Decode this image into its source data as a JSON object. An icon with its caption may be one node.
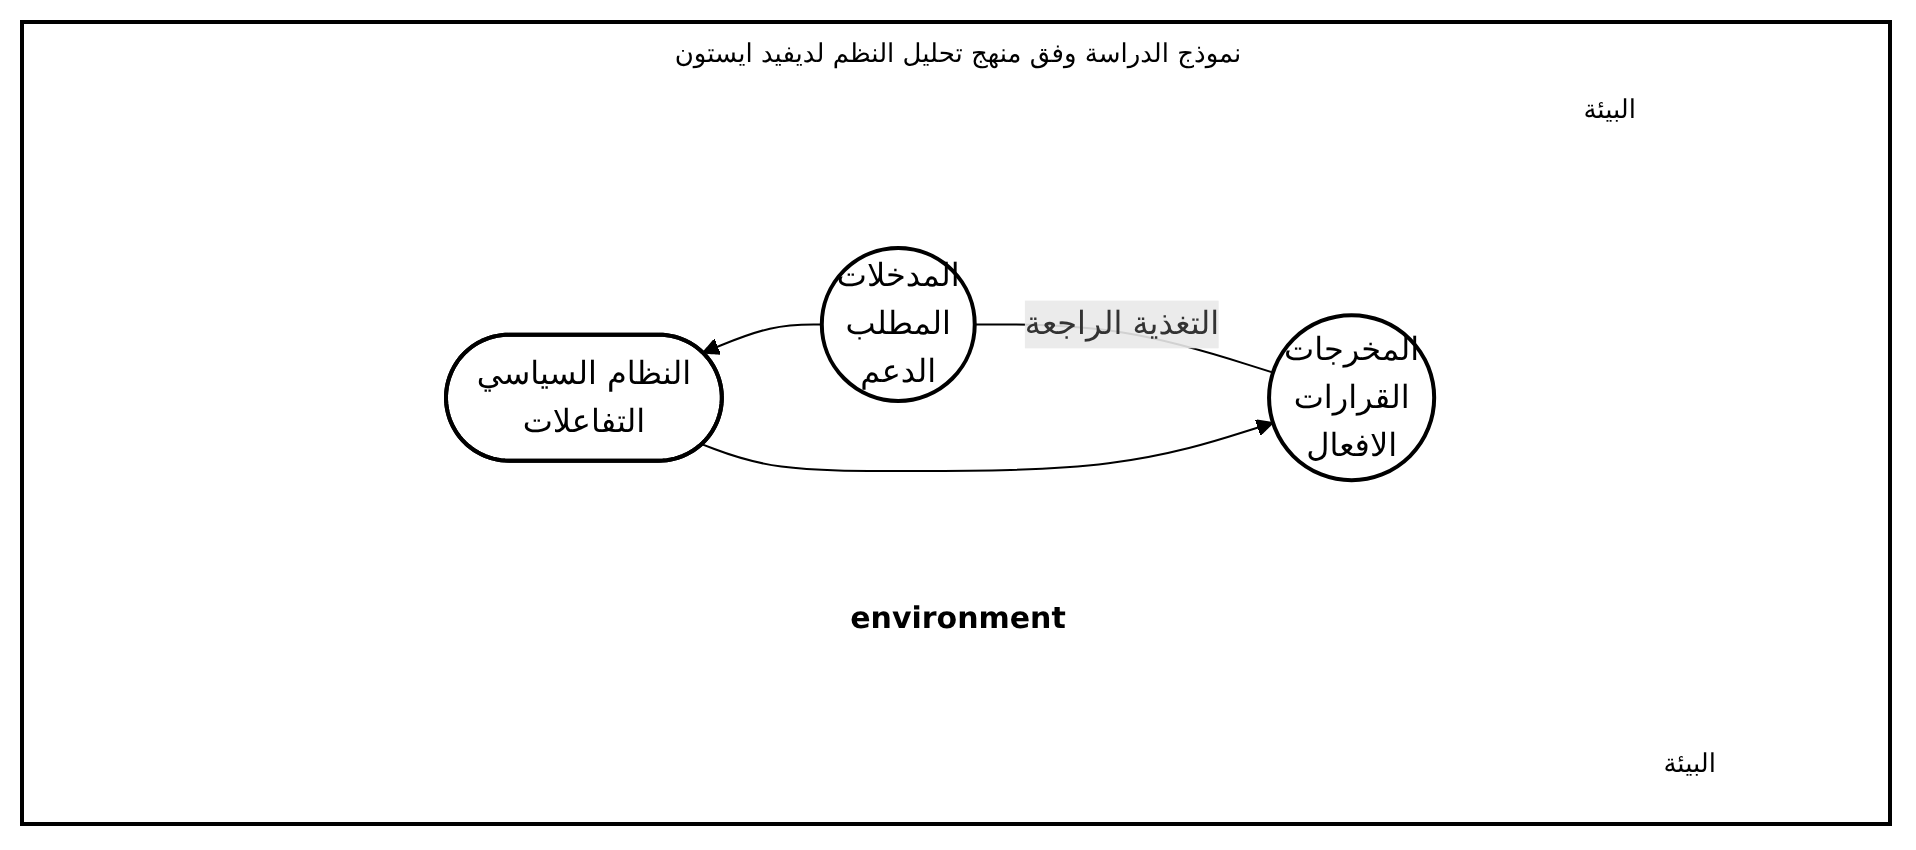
{
  "diagram": {
    "title": "نموذج الدراسة وفق منهج تحليل النظم لديفيد ايستون",
    "nodes": [
      {
        "text": [
          "المخرجات",
          "القرارات",
          "الافعال"
        ]
      },
      {
        "text": [
          "النظام السياسي",
          "التفاعلات"
        ]
      },
      {
        "text": [
          "المدخلات",
          "المطلب",
          "الدعم"
        ]
      }
    ],
    "edges": [
      {
        "from": 2,
        "to": 1,
        "arrow": "to"
      },
      {
        "from": 1,
        "to": 0,
        "arrow": "to"
      },
      {
        "from": 0,
        "to": 2,
        "arrow": "none",
        "label": "التغذية الراجعة"
      }
    ],
    "labels": [
      "البيئة",
      "environment",
      "البيئة"
    ]
  }
}
